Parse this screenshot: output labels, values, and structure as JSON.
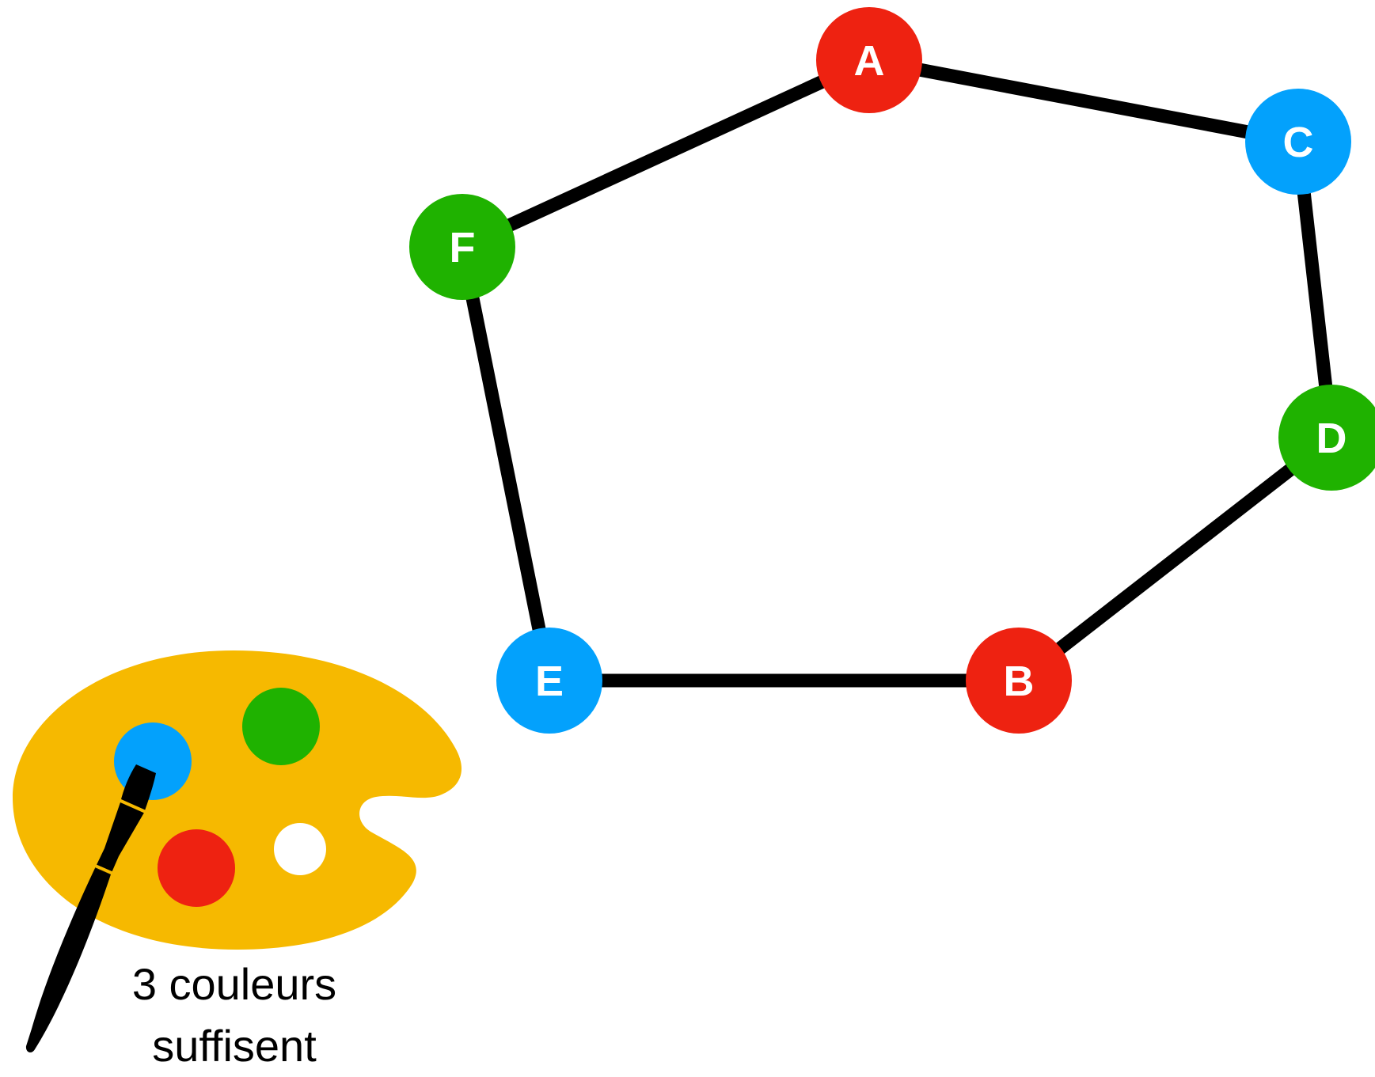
{
  "graph": {
    "nodes": [
      {
        "id": "A",
        "label": "A",
        "color": "red"
      },
      {
        "id": "C",
        "label": "C",
        "color": "blue"
      },
      {
        "id": "F",
        "label": "F",
        "color": "green"
      },
      {
        "id": "D",
        "label": "D",
        "color": "green"
      },
      {
        "id": "E",
        "label": "E",
        "color": "blue"
      },
      {
        "id": "B",
        "label": "B",
        "color": "red"
      }
    ],
    "edges": [
      [
        "A",
        "C"
      ],
      [
        "A",
        "F"
      ],
      [
        "C",
        "D"
      ],
      [
        "F",
        "E"
      ],
      [
        "D",
        "B"
      ],
      [
        "E",
        "B"
      ]
    ]
  },
  "colors": {
    "red": "#ee2211",
    "blue": "#03a1fc",
    "green": "#1fb200",
    "palette": "#f6b900",
    "edge": "#000000",
    "white": "#ffffff"
  },
  "palette": {
    "paint_colors": [
      "blue",
      "green",
      "red",
      "white"
    ],
    "caption_line1": "3 couleurs",
    "caption_line2": "suffisent"
  }
}
